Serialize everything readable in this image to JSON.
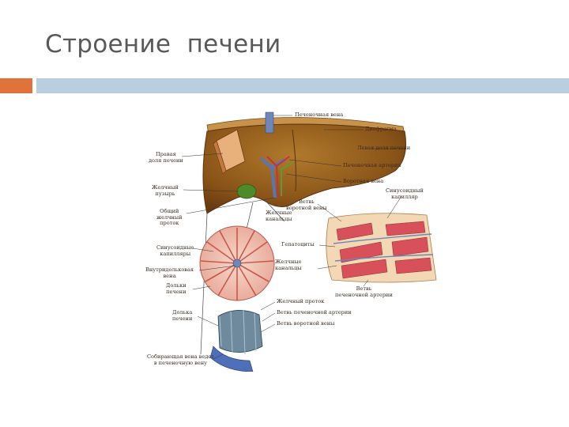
{
  "slide": {
    "title": "Строение  печени"
  },
  "colors": {
    "accent": "#e0733a",
    "rule": "#b9cfe0",
    "title": "#595959"
  },
  "diagram": {
    "labels": {
      "hepatic_vein": "Печеночная вена",
      "diaphragm": "Диафрагма",
      "left_lobe": "Левая доля печени",
      "hepatic_artery": "Печеночная артерия",
      "portal_vein": "Воротная вена",
      "right_lobe": "Правая\nдоля печени",
      "gallbladder": "Желчный\nпузырь",
      "common_bile_duct": "Общий\nжелчный\nпроток",
      "sinusoid_capillary": "Синусоидный\nкапилляр",
      "portal_vein_branch_top": "Ветвь\nворотной вены",
      "bile_ducts_upper": "Желчные\nканальцы",
      "hepatocytes": "Гепатоциты",
      "sinusoid_capillaries": "Синусоидные\nкапилляры",
      "bile_ducts_lower": "Желчные\nканальцы",
      "intralobular_vein": "Внутридольковая\nвена",
      "liver_lobule_upper": "Дольки\nпечени",
      "hepatic_artery_branch_right": "Ветвь\nпеченочной артерии",
      "bile_duct": "Желчный проток",
      "hepatic_artery_branch": "Ветвь печеночной артерии",
      "portal_vein_branch": "Ветвь воротной вены",
      "liver_lobule_lower": "Долька\nпечени",
      "collecting_vein": "Собирающая вена ведет\nв печеночную вену"
    }
  }
}
